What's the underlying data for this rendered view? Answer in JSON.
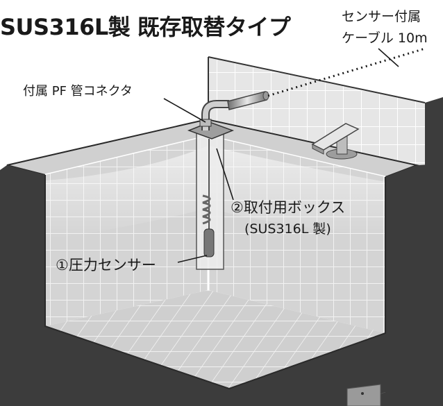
{
  "title": "SUS316L製 既存取替タイプ",
  "labels": {
    "cable_line1": "センサー付属",
    "cable_line2": "ケーブル 10m",
    "connector": "付属 PF 管コネクタ",
    "box_line1": "②取付用ボックス",
    "box_line2": "(SUS316L 製)",
    "sensor": "①圧力センサー"
  },
  "colors": {
    "tank_wall": "#3c3c3c",
    "tile_back": "#d4d4d4",
    "tile_floor": "#cfcfcf",
    "grout": "#f2f2f2",
    "leader_line": "#1a1a1a"
  }
}
